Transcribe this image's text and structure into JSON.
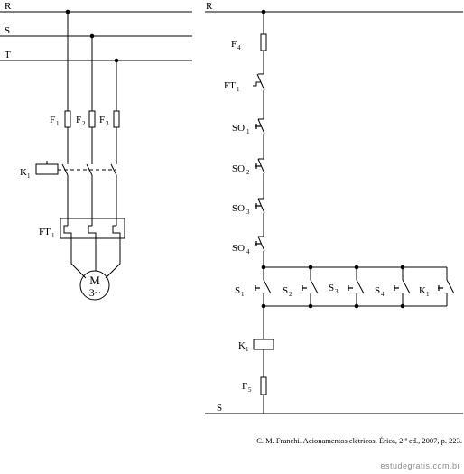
{
  "power": {
    "phases": [
      "R",
      "S",
      "T"
    ],
    "fuses": [
      {
        "letter": "F",
        "index": "1"
      },
      {
        "letter": "F",
        "index": "2"
      },
      {
        "letter": "F",
        "index": "3"
      }
    ],
    "contactor": {
      "letter": "K",
      "index": "1"
    },
    "overload": {
      "letter": "FT",
      "index": "1"
    },
    "motor": {
      "top": "M",
      "bottom": "3~"
    }
  },
  "control": {
    "supply_top": "R",
    "supply_bottom": "S",
    "fuse_top": {
      "letter": "F",
      "index": "4"
    },
    "overload_contact": {
      "letter": "FT",
      "index": "1"
    },
    "stops": [
      {
        "letter": "SO",
        "index": "1"
      },
      {
        "letter": "SO",
        "index": "2"
      },
      {
        "letter": "SO",
        "index": "3"
      },
      {
        "letter": "SO",
        "index": "4"
      }
    ],
    "starts": [
      {
        "letter": "S",
        "index": "1"
      },
      {
        "letter": "S",
        "index": "2"
      },
      {
        "letter": "S",
        "index": "3"
      },
      {
        "letter": "S",
        "index": "4"
      },
      {
        "letter": "K",
        "index": "1"
      }
    ],
    "coil": {
      "letter": "K",
      "index": "1"
    },
    "fuse_bottom": {
      "letter": "F",
      "index": "5"
    }
  },
  "caption": "C. M. Franchi. Acionamentos elétricos. Érica, 2.ª ed., 2007, p. 223.",
  "watermark": "estudegratis.com.br"
}
